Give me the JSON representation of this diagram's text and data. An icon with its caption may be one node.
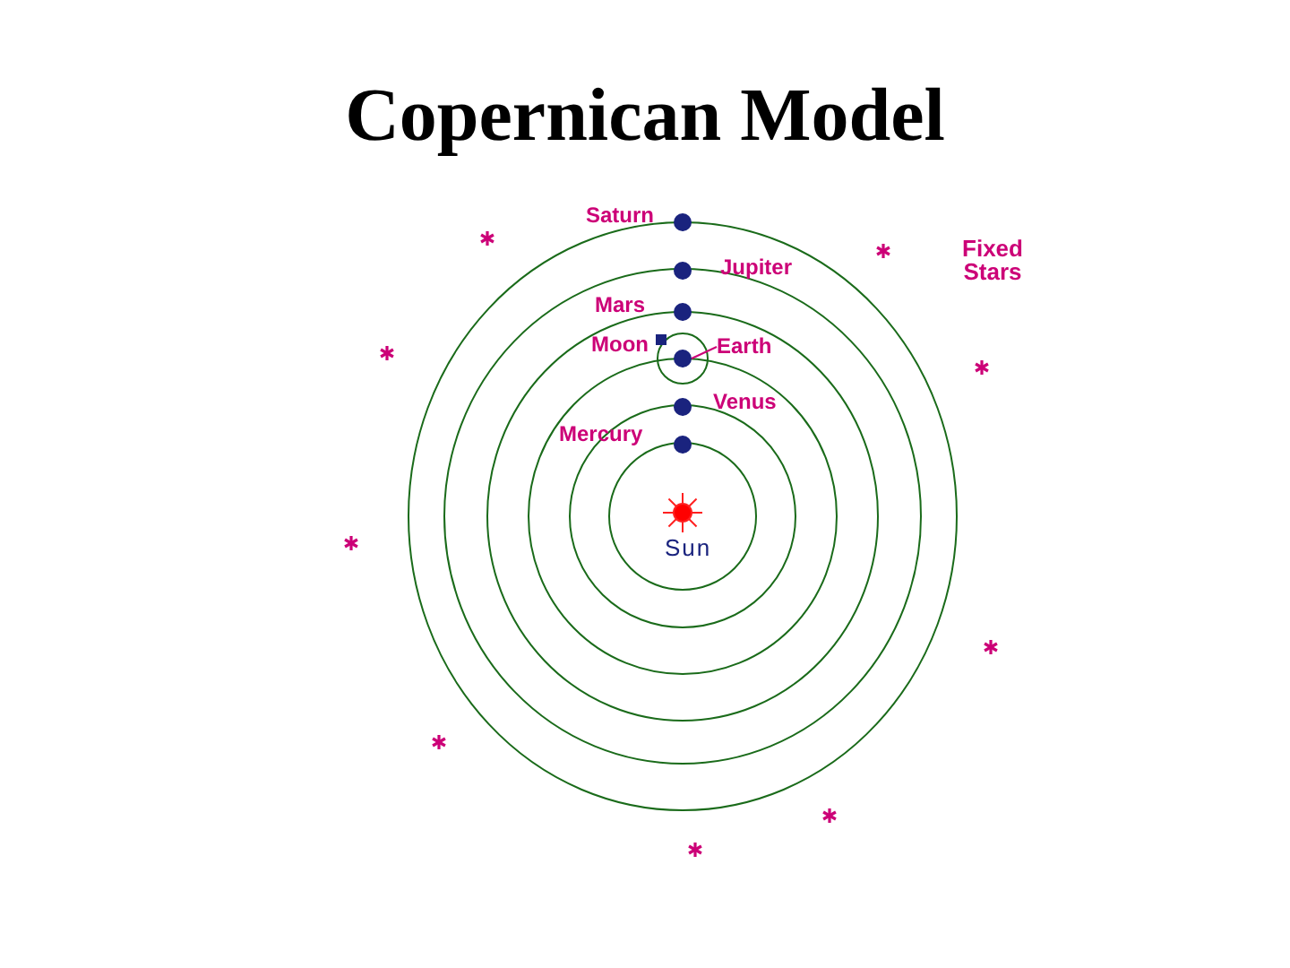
{
  "diagram": {
    "title": "Copernican Model",
    "nodes": [
      {
        "text": [
          "Earth"
        ]
      },
      {
        "text": [],
        "shape": "circle"
      },
      {
        "text": [],
        "shape": "circle"
      },
      {
        "text": [],
        "shape": "circle"
      },
      {
        "text": [],
        "shape": "box"
      },
      {
        "text": [],
        "shape": "circle"
      },
      {
        "text": [],
        "shape": "circle"
      },
      {
        "text": [],
        "shape": "circle"
      }
    ],
    "edges": [
      {
        "from": 0,
        "to": 5,
        "arrow": "none"
      }
    ],
    "labels": [
      "Saturn",
      "Fixed Stars",
      "Jupiter",
      "Mars",
      "Moon",
      "Venus",
      "Mercury",
      "Sun"
    ]
  }
}
